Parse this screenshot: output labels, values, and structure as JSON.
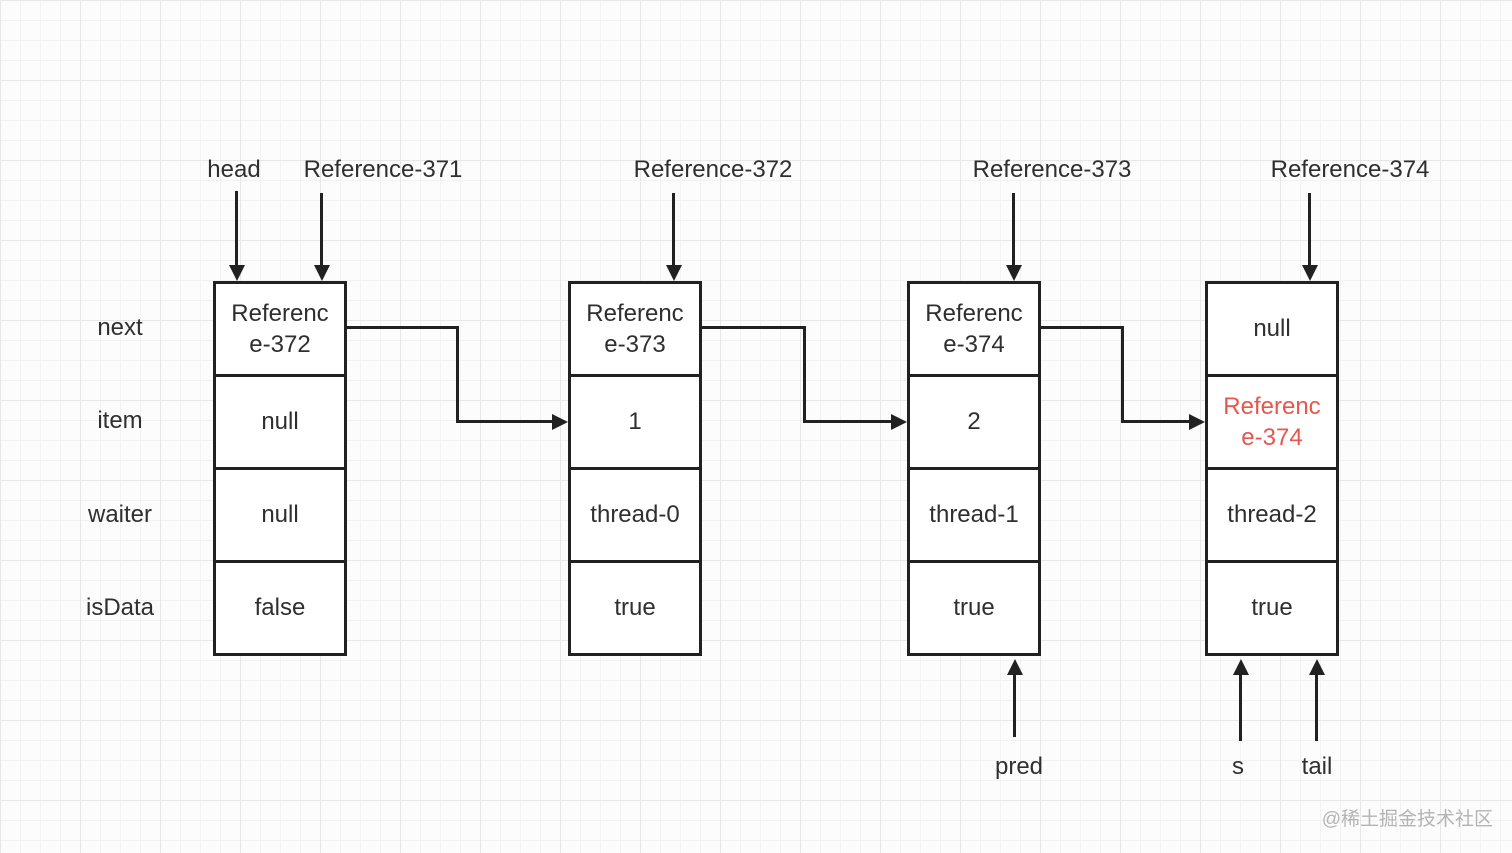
{
  "diagram": {
    "title_hint": "linked transfer queue nodes",
    "row_labels": [
      "next",
      "item",
      "waiter",
      "isData"
    ],
    "top_pointers": [
      {
        "label": "head"
      },
      {
        "label": "Reference-371"
      },
      {
        "label": "Reference-372"
      },
      {
        "label": "Reference-373"
      },
      {
        "label": "Reference-374"
      }
    ],
    "nodes": [
      {
        "next": "Reference-372",
        "item": "null",
        "waiter": "null",
        "isData": "false"
      },
      {
        "next": "Reference-373",
        "item": "1",
        "waiter": "thread-0",
        "isData": "true"
      },
      {
        "next": "Reference-374",
        "item": "2",
        "waiter": "thread-1",
        "isData": "true"
      },
      {
        "next": "null",
        "item": "Reference-374",
        "waiter": "thread-2",
        "isData": "true",
        "item_highlighted": true
      }
    ],
    "bottom_pointers": [
      {
        "label": "pred"
      },
      {
        "label": "s"
      },
      {
        "label": "tail"
      }
    ],
    "watermark": "@稀土掘金技术社区",
    "colors": {
      "line": "#212121",
      "text": "#2f2f2f",
      "highlight_red": "#e8564e",
      "watermark_gray": "#b4b4b4"
    }
  }
}
